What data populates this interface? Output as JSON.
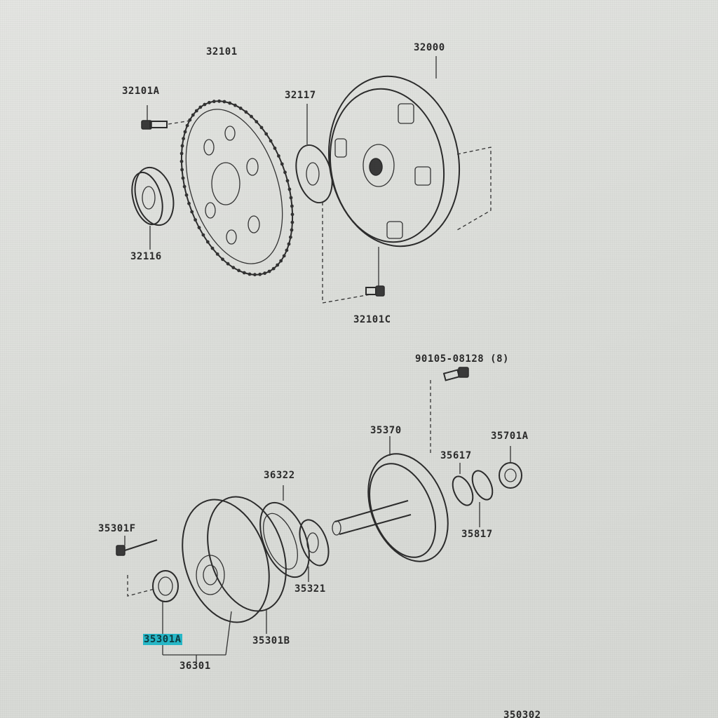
{
  "diagram": {
    "labels": {
      "p32101": "32101",
      "p32000": "32000",
      "p32101A": "32101A",
      "p32117": "32117",
      "p32116": "32116",
      "p32101C": "32101C",
      "p90105": "90105-08128 (8)",
      "p35370": "35370",
      "p35701A": "35701A",
      "p35617": "35617",
      "p36322": "36322",
      "p35301F": "35301F",
      "p35817": "35817",
      "p35321": "35321",
      "p35301A": "35301A",
      "p35301B": "35301B",
      "p36301": "36301",
      "p350302": "350302"
    },
    "highlight_color": "#27b9c9",
    "highlighted_part": "35301A"
  }
}
